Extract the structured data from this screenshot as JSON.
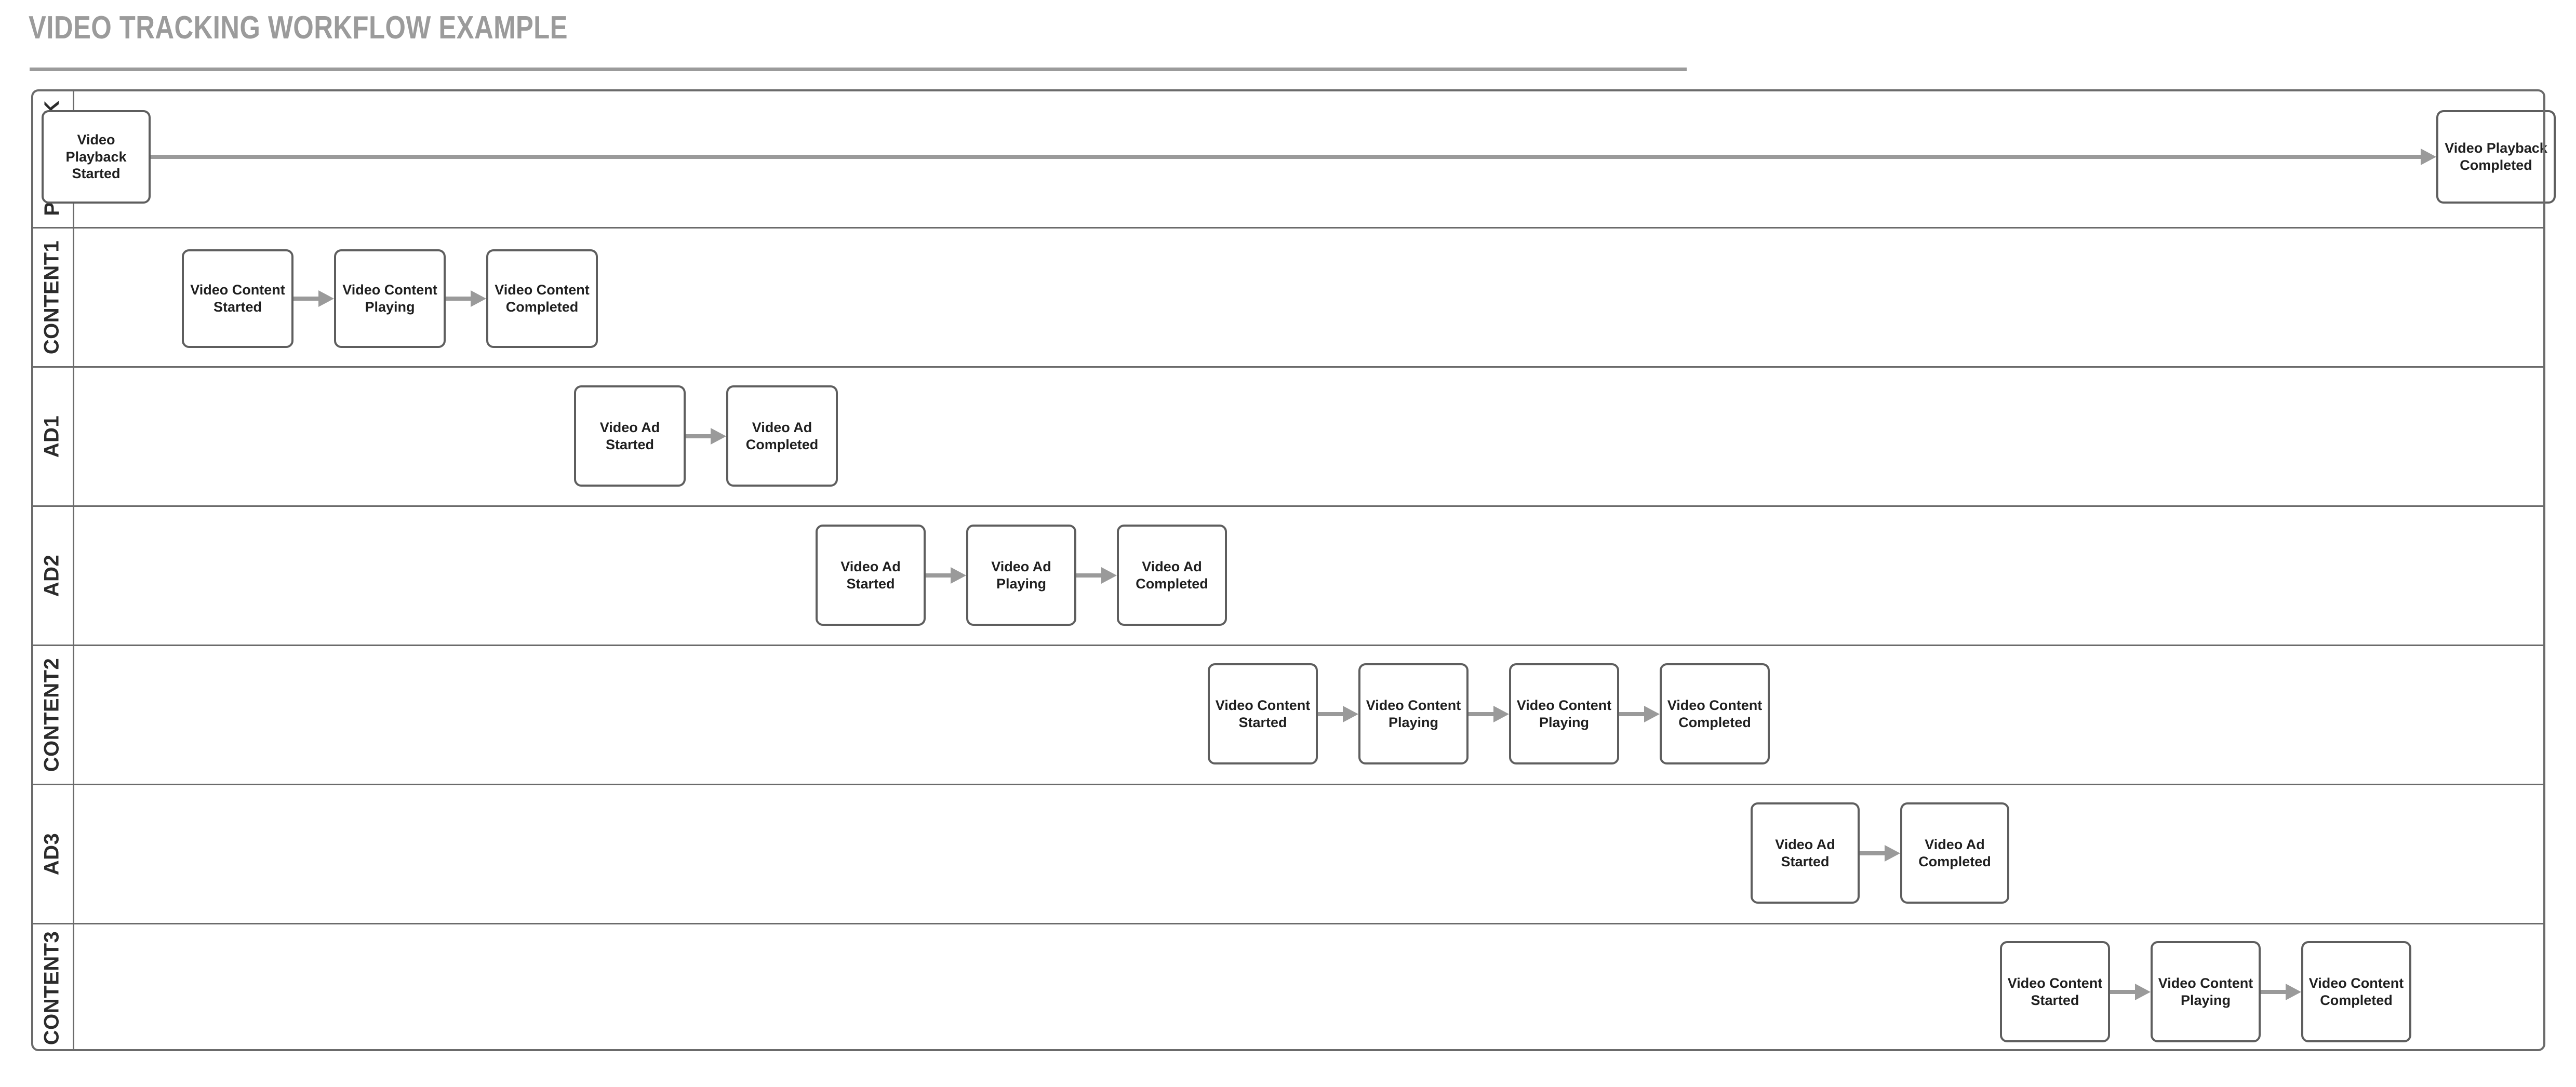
{
  "title": "VIDEO TRACKING WORKFLOW EXAMPLE",
  "colors": {
    "title": "#9b9b9b",
    "lane_border": "#6b6b6b",
    "task_border": "#5e5e5e",
    "task_text": "#1f1f1f",
    "arrow": "#9a9a9a",
    "background": "#ffffff"
  },
  "lanes": [
    {
      "label": "PLAYBACK",
      "tasks": [
        {
          "line1": "Video Playback",
          "line2": "Started"
        },
        {
          "line1": "Video Playback",
          "line2": "Completed"
        }
      ]
    },
    {
      "label": "CONTENT1",
      "tasks": [
        {
          "line1": "Video Content",
          "line2": "Started"
        },
        {
          "line1": "Video Content",
          "line2": "Playing"
        },
        {
          "line1": "Video Content",
          "line2": "Completed"
        }
      ]
    },
    {
      "label": "AD1",
      "tasks": [
        {
          "line1": "Video Ad Started",
          "line2": ""
        },
        {
          "line1": "Video Ad",
          "line2": "Completed"
        }
      ]
    },
    {
      "label": "AD2",
      "tasks": [
        {
          "line1": "Video Ad Started",
          "line2": ""
        },
        {
          "line1": "Video Ad Playing",
          "line2": ""
        },
        {
          "line1": "Video Ad",
          "line2": "Completed"
        }
      ]
    },
    {
      "label": "CONTENT2",
      "tasks": [
        {
          "line1": "Video Content",
          "line2": "Started"
        },
        {
          "line1": "Video Content",
          "line2": "Playing"
        },
        {
          "line1": "Video Content",
          "line2": "Playing"
        },
        {
          "line1": "Video Content",
          "line2": "Completed"
        }
      ]
    },
    {
      "label": "AD3",
      "tasks": [
        {
          "line1": "Video Ad Started",
          "line2": ""
        },
        {
          "line1": "Video Ad",
          "line2": "Completed"
        }
      ]
    },
    {
      "label": "CONTENT3",
      "tasks": [
        {
          "line1": "Video Content",
          "line2": "Started"
        },
        {
          "line1": "Video Content",
          "line2": "Playing"
        },
        {
          "line1": "Video Content",
          "line2": "Completed"
        }
      ]
    }
  ]
}
